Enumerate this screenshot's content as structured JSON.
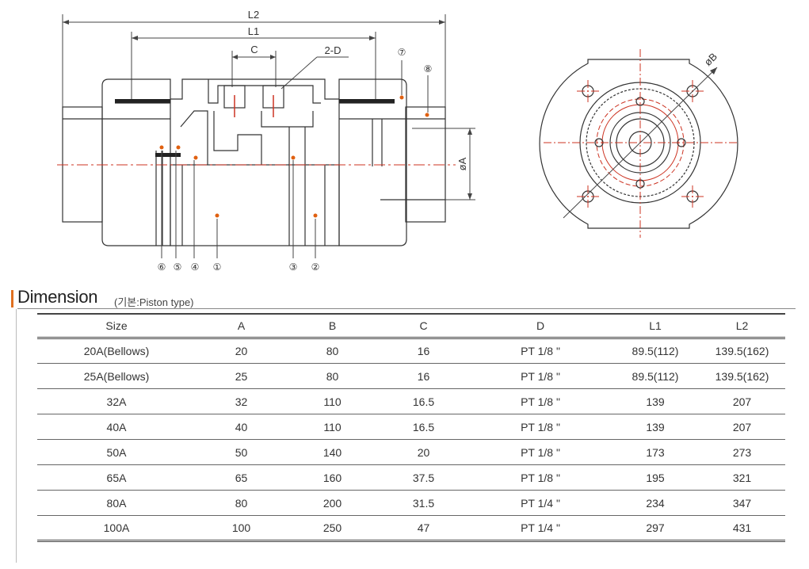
{
  "drawing": {
    "dimensions": {
      "l2": "L2",
      "l1": "L1",
      "c": "C",
      "d": "2-D",
      "a": "øA",
      "b": "øB"
    },
    "callouts": {
      "p1": "①",
      "p2": "②",
      "p3": "③",
      "p4": "④",
      "p5": "⑤",
      "p6": "⑥",
      "p7": "⑦",
      "p8": "⑧"
    },
    "accent_color": "#cc3322",
    "dot_color": "#e06010"
  },
  "heading": {
    "title": "Dimension",
    "subtitle": "(기본:Piston type)"
  },
  "table": {
    "headers": [
      "Size",
      "A",
      "B",
      "C",
      "D",
      "L1",
      "L2"
    ],
    "rows": [
      [
        "20A(Bellows)",
        "20",
        "80",
        "16",
        "PT 1/8 \"",
        "89.5(112)",
        "139.5(162)"
      ],
      [
        "25A(Bellows)",
        "25",
        "80",
        "16",
        "PT 1/8 \"",
        "89.5(112)",
        "139.5(162)"
      ],
      [
        "32A",
        "32",
        "110",
        "16.5",
        "PT 1/8 \"",
        "139",
        "207"
      ],
      [
        "40A",
        "40",
        "110",
        "16.5",
        "PT 1/8 \"",
        "139",
        "207"
      ],
      [
        "50A",
        "50",
        "140",
        "20",
        "PT 1/8 \"",
        "173",
        "273"
      ],
      [
        "65A",
        "65",
        "160",
        "37.5",
        "PT 1/8 \"",
        "195",
        "321"
      ],
      [
        "80A",
        "80",
        "200",
        "31.5",
        "PT 1/4 \"",
        "234",
        "347"
      ],
      [
        "100A",
        "100",
        "250",
        "47",
        "PT 1/4 \"",
        "297",
        "431"
      ]
    ]
  }
}
